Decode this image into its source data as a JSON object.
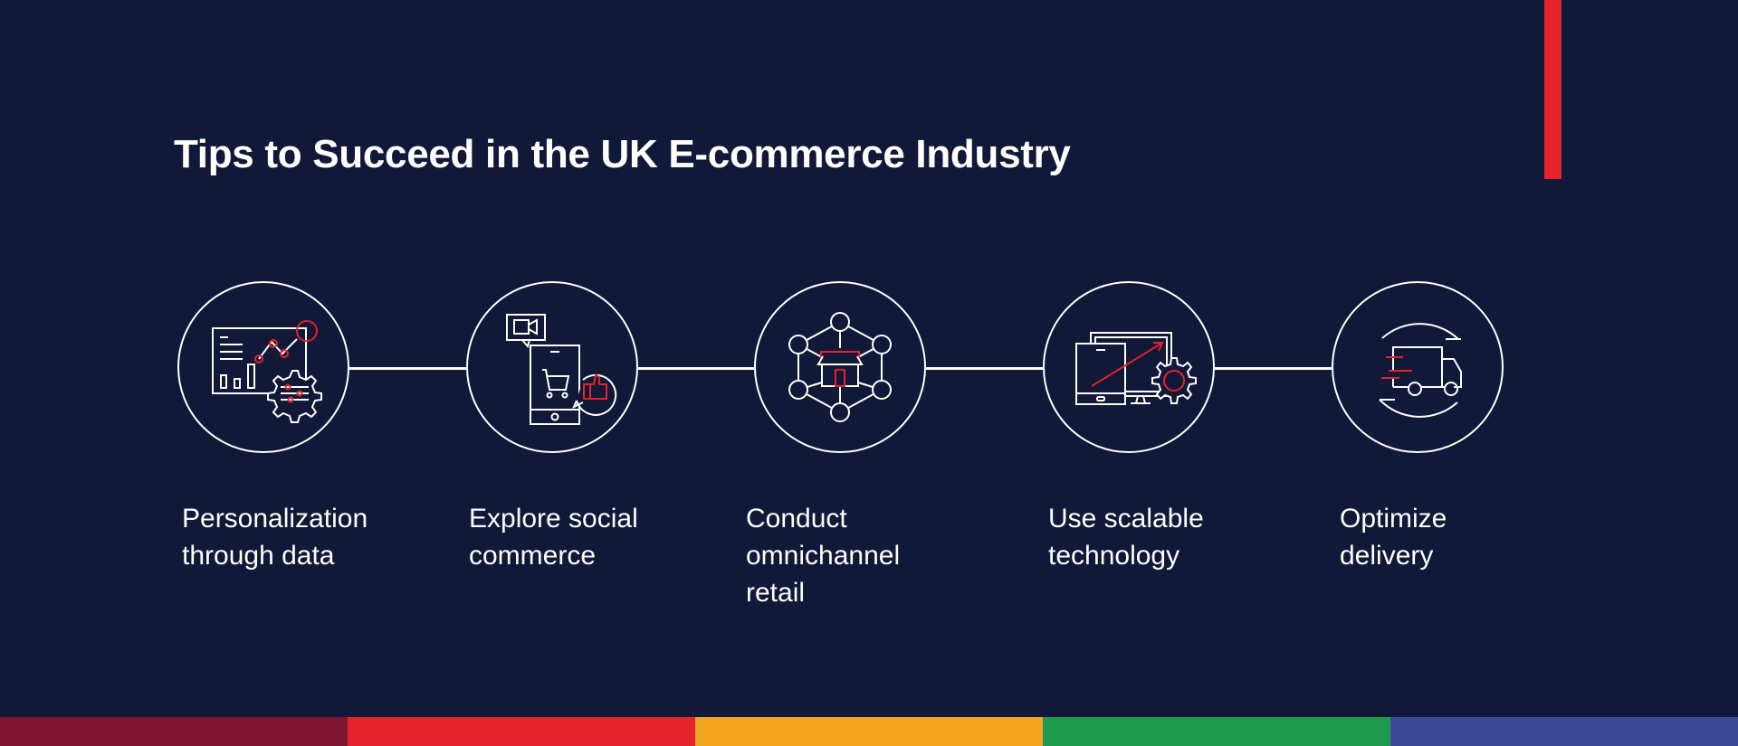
{
  "title": "Tips to Succeed in the UK E-commerce Industry",
  "colors": {
    "background": "#111838",
    "line": "#ffffff",
    "accent": "#e2232a"
  },
  "steps": [
    {
      "label": "Personalization\nthrough data",
      "icon": "analytics-dashboard-gear-icon"
    },
    {
      "label": "Explore social\ncommerce",
      "icon": "mobile-shopping-social-icon"
    },
    {
      "label": "Conduct\nomnichannel\nretail",
      "icon": "store-network-icon"
    },
    {
      "label": "Use scalable\ntechnology",
      "icon": "devices-growth-gear-icon"
    },
    {
      "label": "Optimize\ndelivery",
      "icon": "delivery-truck-icon"
    }
  ],
  "bottom_stripe": [
    "#7f1634",
    "#e2232a",
    "#f2a41e",
    "#1b9b4b",
    "#3b4a96"
  ]
}
